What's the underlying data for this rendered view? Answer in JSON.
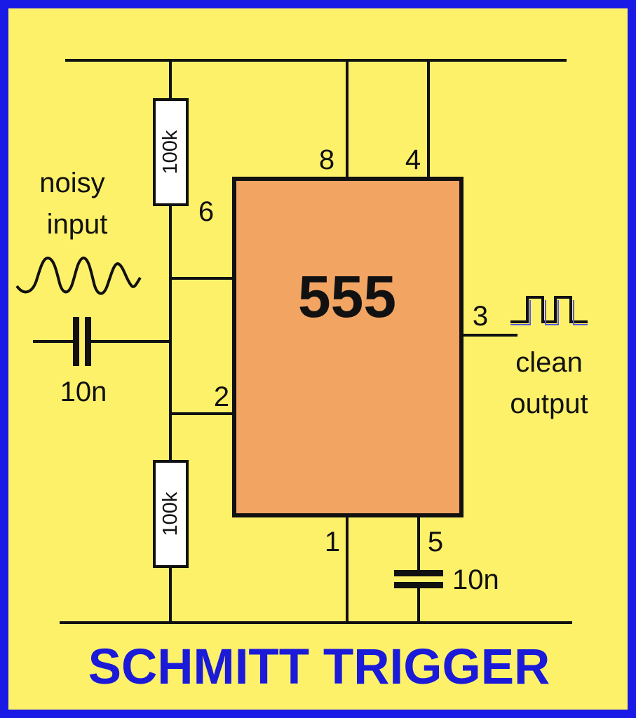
{
  "colors": {
    "background": "#FDF16A",
    "border": "#1A1AE6",
    "chip_fill": "#F2A463",
    "wire": "#111111",
    "title": "#1A1AD8",
    "resistor_fill": "#FFFFFF"
  },
  "title": "SCHMITT TRIGGER",
  "chip": {
    "name": "555"
  },
  "pins": {
    "p8": "8",
    "p4": "4",
    "p6": "6",
    "p2": "2",
    "p3": "3",
    "p1": "1",
    "p5": "5"
  },
  "components": {
    "resistor_top": "100k",
    "resistor_bottom": "100k",
    "input_capacitor": "10n",
    "control_capacitor": "10n"
  },
  "input": {
    "line1": "noisy",
    "line2": "input"
  },
  "output": {
    "line1": "clean",
    "line2": "output"
  }
}
